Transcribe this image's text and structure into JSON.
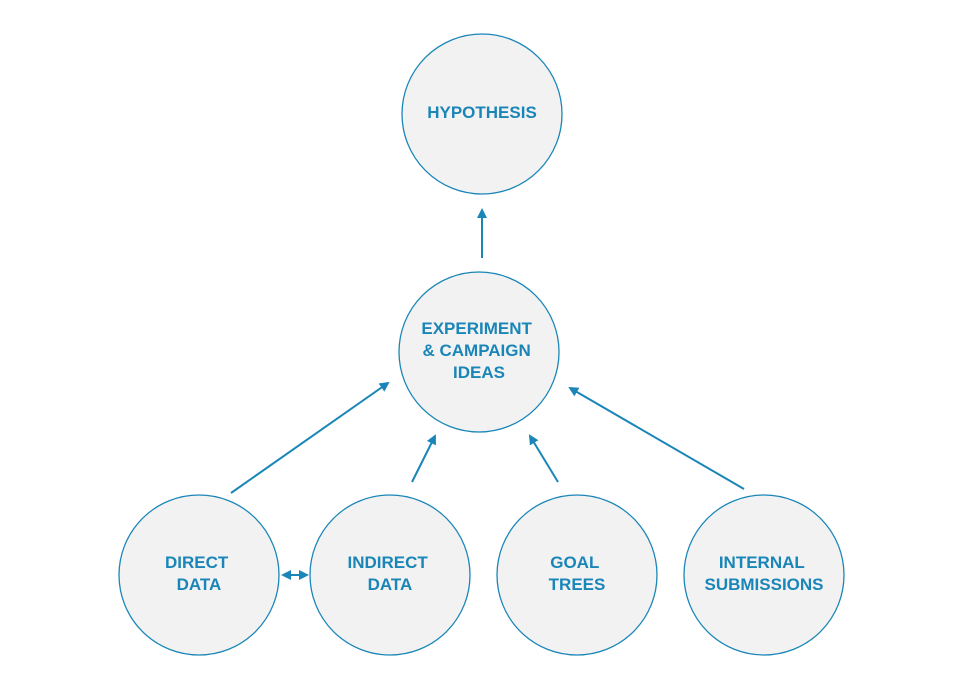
{
  "diagram": {
    "accent_color": "#1a86b8",
    "node_fill": "#f2f2f2",
    "nodes": {
      "hypothesis": {
        "lines": [
          "HYPOTHESIS"
        ]
      },
      "ideas": {
        "lines": [
          "EXPERIMENT",
          "& CAMPAIGN",
          "IDEAS"
        ]
      },
      "direct": {
        "lines": [
          "DIRECT",
          "DATA"
        ]
      },
      "indirect": {
        "lines": [
          "INDIRECT",
          "DATA"
        ]
      },
      "goal": {
        "lines": [
          "GOAL",
          "TREES"
        ]
      },
      "internal": {
        "lines": [
          "INTERNAL",
          "SUBMISSIONS"
        ]
      }
    },
    "edges": [
      {
        "from": "ideas",
        "to": "hypothesis",
        "direction": "forward"
      },
      {
        "from": "direct",
        "to": "ideas",
        "direction": "forward"
      },
      {
        "from": "indirect",
        "to": "ideas",
        "direction": "forward"
      },
      {
        "from": "goal",
        "to": "ideas",
        "direction": "forward"
      },
      {
        "from": "internal",
        "to": "ideas",
        "direction": "forward"
      },
      {
        "from": "direct",
        "to": "indirect",
        "direction": "both"
      }
    ]
  }
}
